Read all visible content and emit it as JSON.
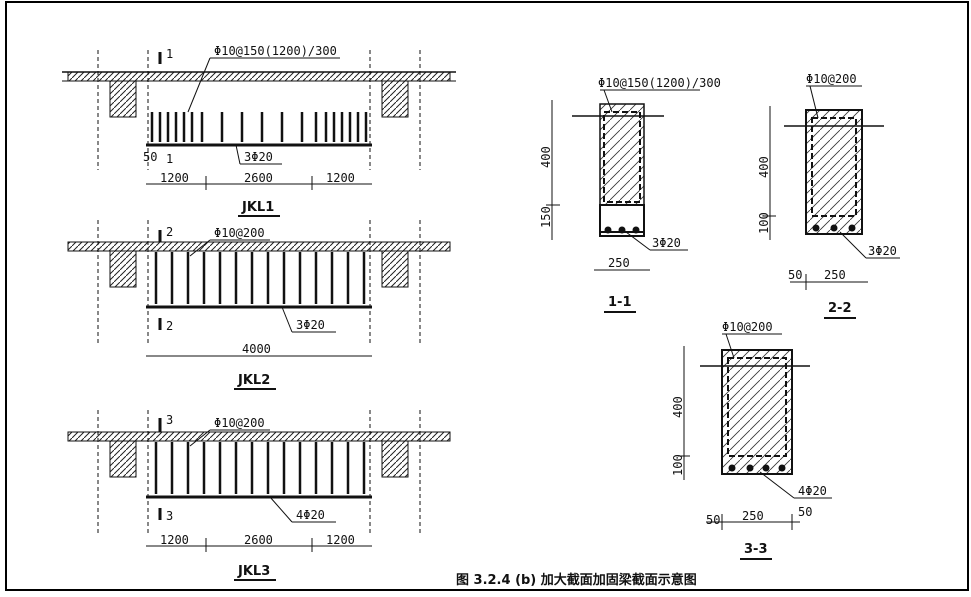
{
  "figure_caption": "图 3.2.4 (b) 加大截面加固梁截面示意图",
  "beams": [
    {
      "title": "JKL1",
      "stirrup": "Φ10@150(1200)/300",
      "bottom_bar": "3Φ20",
      "section_mark": "1",
      "dims": [
        "1200",
        "2600",
        "1200"
      ],
      "extra_dim": "50"
    },
    {
      "title": "JKL2",
      "stirrup": "Φ10@200",
      "bottom_bar": "3Φ20",
      "section_mark": "2",
      "dims": [
        "4000"
      ]
    },
    {
      "title": "JKL3",
      "stirrup": "Φ10@200",
      "bottom_bar": "4Φ20",
      "section_mark": "3",
      "dims": [
        "1200",
        "2600",
        "1200"
      ]
    }
  ],
  "sections": [
    {
      "title": "1-1",
      "stirrup": "Φ10@150(1200)/300",
      "bar": "3Φ20",
      "height": "400",
      "add": "150",
      "width": "250"
    },
    {
      "title": "2-2",
      "stirrup": "Φ10@200",
      "bar": "3Φ20",
      "height": "400",
      "add": "100",
      "width": "250",
      "side": "50"
    },
    {
      "title": "3-3",
      "stirrup": "Φ10@200",
      "bar": "4Φ20",
      "height": "400",
      "add": "100",
      "width": "250",
      "side_left": "50",
      "side_right": "50"
    }
  ]
}
